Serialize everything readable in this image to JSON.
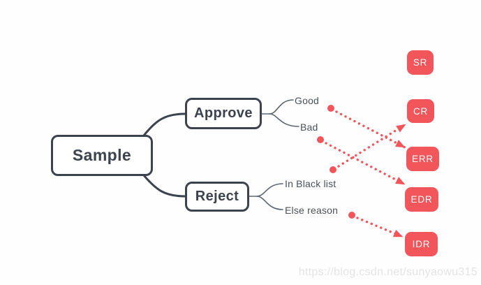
{
  "diagram": {
    "root": {
      "label": "Sample"
    },
    "branches": [
      {
        "label": "Approve",
        "leaves": [
          {
            "label": "Good"
          },
          {
            "label": "Bad"
          }
        ]
      },
      {
        "label": "Reject",
        "leaves": [
          {
            "label": "In Black list"
          },
          {
            "label": "Else reason"
          }
        ]
      }
    ],
    "results": [
      {
        "label": "SR"
      },
      {
        "label": "CR"
      },
      {
        "label": "ERR"
      },
      {
        "label": "EDR"
      },
      {
        "label": "IDR"
      }
    ],
    "arrows": [
      {
        "from": "Good",
        "to": "ERR"
      },
      {
        "from": "Bad",
        "to": "EDR"
      },
      {
        "from": "In Black list",
        "to": "CR"
      },
      {
        "from": "Else reason",
        "to": "IDR"
      }
    ],
    "colors": {
      "result_red": "#f2555a",
      "node_dark": "#3d434e",
      "branch_line_gray": "#5c6670"
    }
  },
  "watermark": {
    "text": "https://blog.csdn.net/sunyaowu315"
  }
}
